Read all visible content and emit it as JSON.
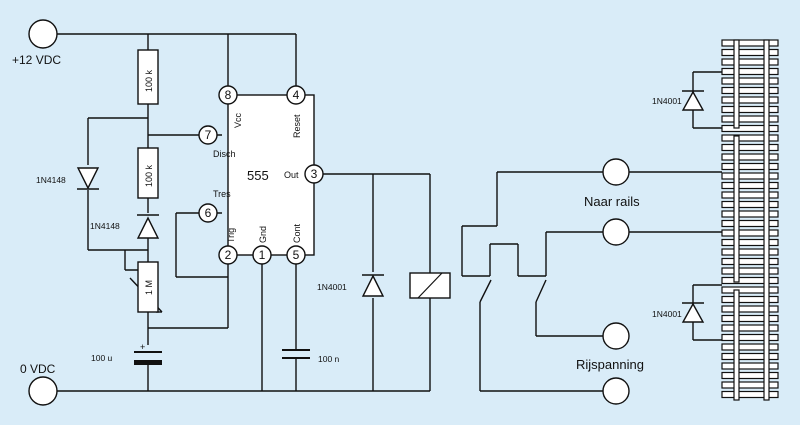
{
  "supply": {
    "plus": "+12 VDC",
    "ground": "0 VDC"
  },
  "ic": {
    "name": "555",
    "pins": {
      "vcc": {
        "number": "8",
        "label": "Vcc"
      },
      "reset": {
        "number": "4",
        "label": "Reset"
      },
      "disch": {
        "number": "7",
        "label": "Disch"
      },
      "out": {
        "number": "3",
        "label": "Out"
      },
      "tres": {
        "number": "6",
        "label": "Tres"
      },
      "trig": {
        "number": "2",
        "label": "Trig"
      },
      "gnd": {
        "number": "1",
        "label": "Gnd"
      },
      "cont": {
        "number": "5",
        "label": "Cont"
      }
    }
  },
  "components": {
    "r1": "100 k",
    "r2": "100 k",
    "pot": "1 M",
    "d1": "1N4148",
    "d2": "1N4148",
    "c1": "100 u",
    "c1_polarity": "+",
    "c2": "100 n",
    "d3": "1N4001",
    "d4": "1N4001",
    "d5": "1N4001"
  },
  "terminals": {
    "rails": "Naar rails",
    "drive": "Rijspanning"
  },
  "colors": {
    "background": "#d9ecf8",
    "wire": "#111111",
    "terminal_fill": "#ffffff"
  }
}
